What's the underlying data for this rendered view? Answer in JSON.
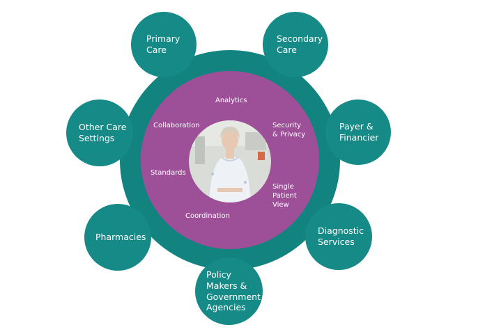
{
  "colors": {
    "teal": "#168a86",
    "ring": "#138380",
    "purple": "#9d5098",
    "gown": "#eef2f7",
    "wall": "#d9dcd7",
    "skin": "#e7c9b3",
    "hair": "#d7cdbf"
  },
  "center_image": "patient-photo",
  "capabilities": [
    "Analytics",
    "Collaboration",
    "Security\n& Privacy",
    "Standards",
    "Single\nPatient\nView",
    "Coordination"
  ],
  "stakeholders": [
    "Primary\nCare",
    "Secondary\nCare",
    "Other Care\nSettings",
    "Payer &\nFinancier",
    "Pharmacies",
    "Diagnostic\nServices",
    "Policy\nMakers &\nGovernment\nAgencies"
  ]
}
